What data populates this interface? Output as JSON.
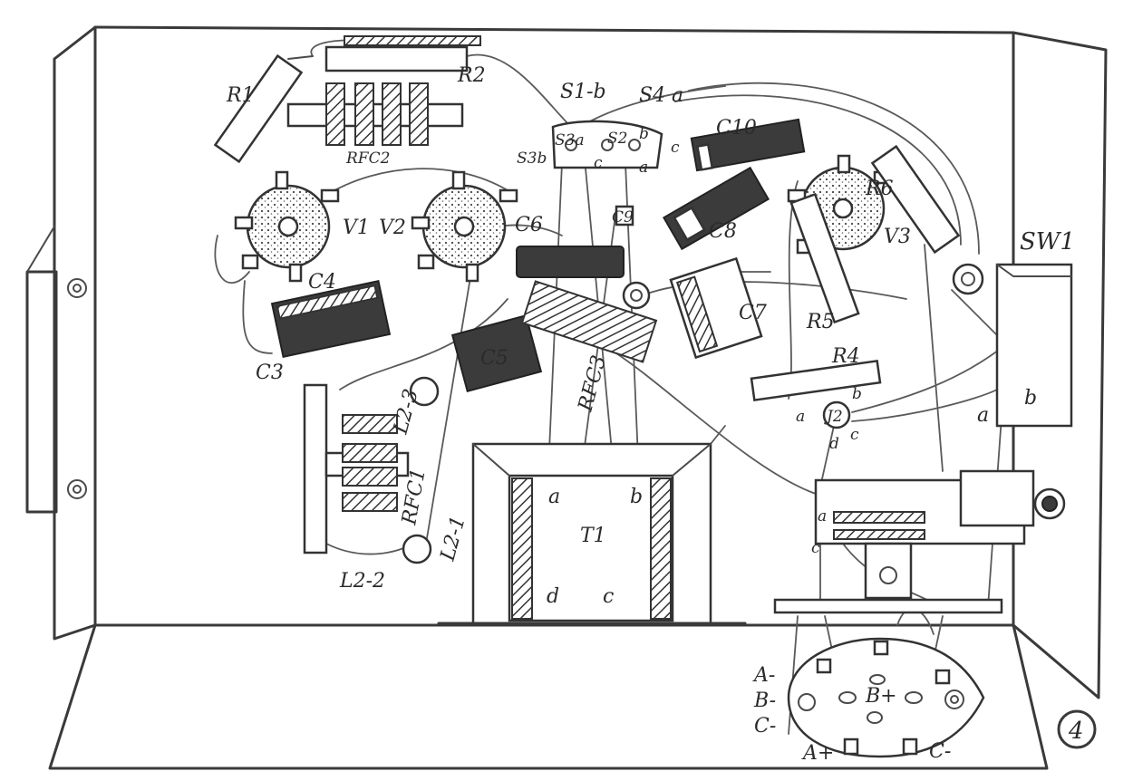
{
  "figure_number": "4",
  "components": {
    "r1": "R1",
    "r2": "R2",
    "rfc2": "RFC2",
    "s1b": "S1-b",
    "s4a": "S4 a",
    "s3a": "S3a",
    "s2": "S2",
    "s3b": "S3b",
    "c10": "C10",
    "r6": "R6",
    "v1": "V1",
    "v2": "V2",
    "v3": "V3",
    "c6": "C6",
    "c9": "C9",
    "c8": "C8",
    "sw1": "SW1",
    "c4": "C4",
    "c3": "C3",
    "c5": "C5",
    "rfc3": "RFC3",
    "c7": "C7",
    "r5": "R5",
    "r4": "R4",
    "j2": "J2",
    "l23": "L2-3",
    "rfc1": "RFC1",
    "l21": "L2-1",
    "l22": "L2-2",
    "t1": "T1"
  },
  "terminals": {
    "s_b": "b",
    "s_c": "c",
    "s_c2": "c",
    "s_a": "a",
    "t1_a": "a",
    "t1_b": "b",
    "t1_c": "c",
    "t1_d": "d",
    "j2_a": "a",
    "j2_b": "b",
    "j2_c": "c",
    "j2_d": "d",
    "jack_a": "a",
    "jack_c": "c",
    "sw_a": "a",
    "sw_b": "b"
  },
  "plug_pins": {
    "a_minus": "A-",
    "b_minus": "B-",
    "c_minus": "C-",
    "b_plus": "B+",
    "a_plus": "A+",
    "c_minus_right": "C-"
  }
}
